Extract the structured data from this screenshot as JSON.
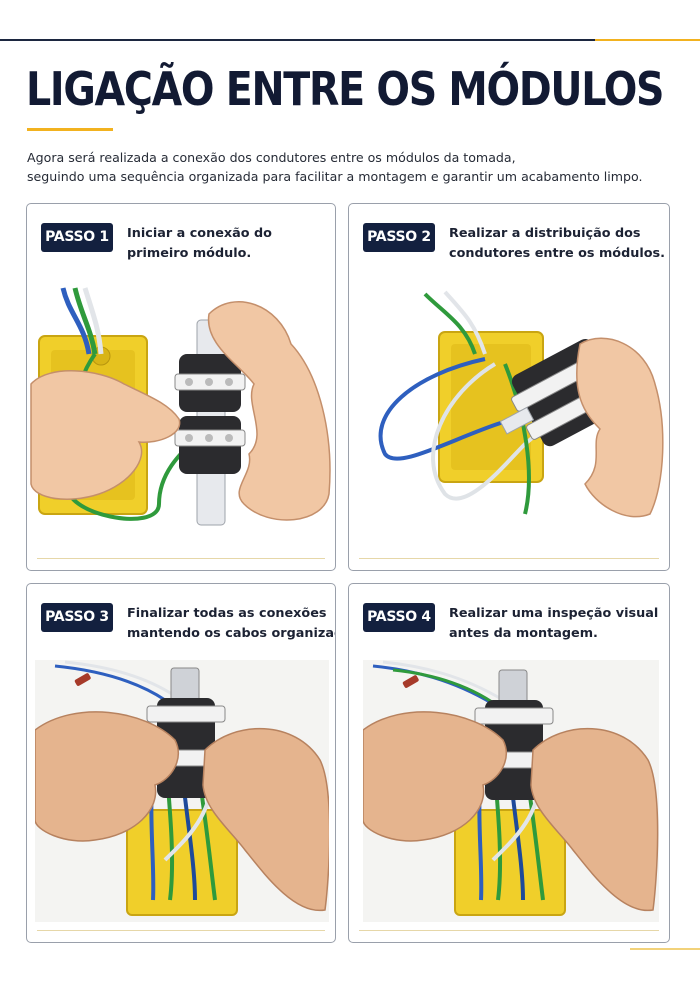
{
  "page": {
    "title": "LIGAÇÃO ENTRE OS MÓDULOS",
    "intro_lines": [
      "Agora será realizada a conexão dos condutores entre os módulos da tomada,",
      "seguindo uma sequência organizada para facilitar a montagem e garantir um acabamento limpo."
    ]
  },
  "steps": [
    {
      "badge": "PASSO 1",
      "lines": [
        "Iniciar a conexão do",
        "primeiro módulo."
      ],
      "illustration": "hand-connecting-green-wire-icon"
    },
    {
      "badge": "PASSO 2",
      "lines": [
        "Realizar a distribuição dos",
        "condutores entre os módulos."
      ],
      "illustration": "hand-distributing-wires-icon"
    },
    {
      "badge": "PASSO 3",
      "lines": [
        "Finalizar todas as conexões",
        "mantendo os cabos organizados."
      ],
      "illustration": "hands-organizing-cables-icon"
    },
    {
      "badge": "PASSO 4",
      "lines": [
        "Realizar uma inspeção visual",
        "antes da montagem."
      ],
      "illustration": "hands-inspecting-outlet-icon"
    }
  ],
  "colors": {
    "navy": "#13203f",
    "accent_yellow": "#f2b21f",
    "box_yellow": "#f0cf2a",
    "wire_green": "#2f9a3c",
    "wire_blue": "#2e5fbf",
    "wire_white": "#e9ecef",
    "skin": "#f1c7a4"
  }
}
